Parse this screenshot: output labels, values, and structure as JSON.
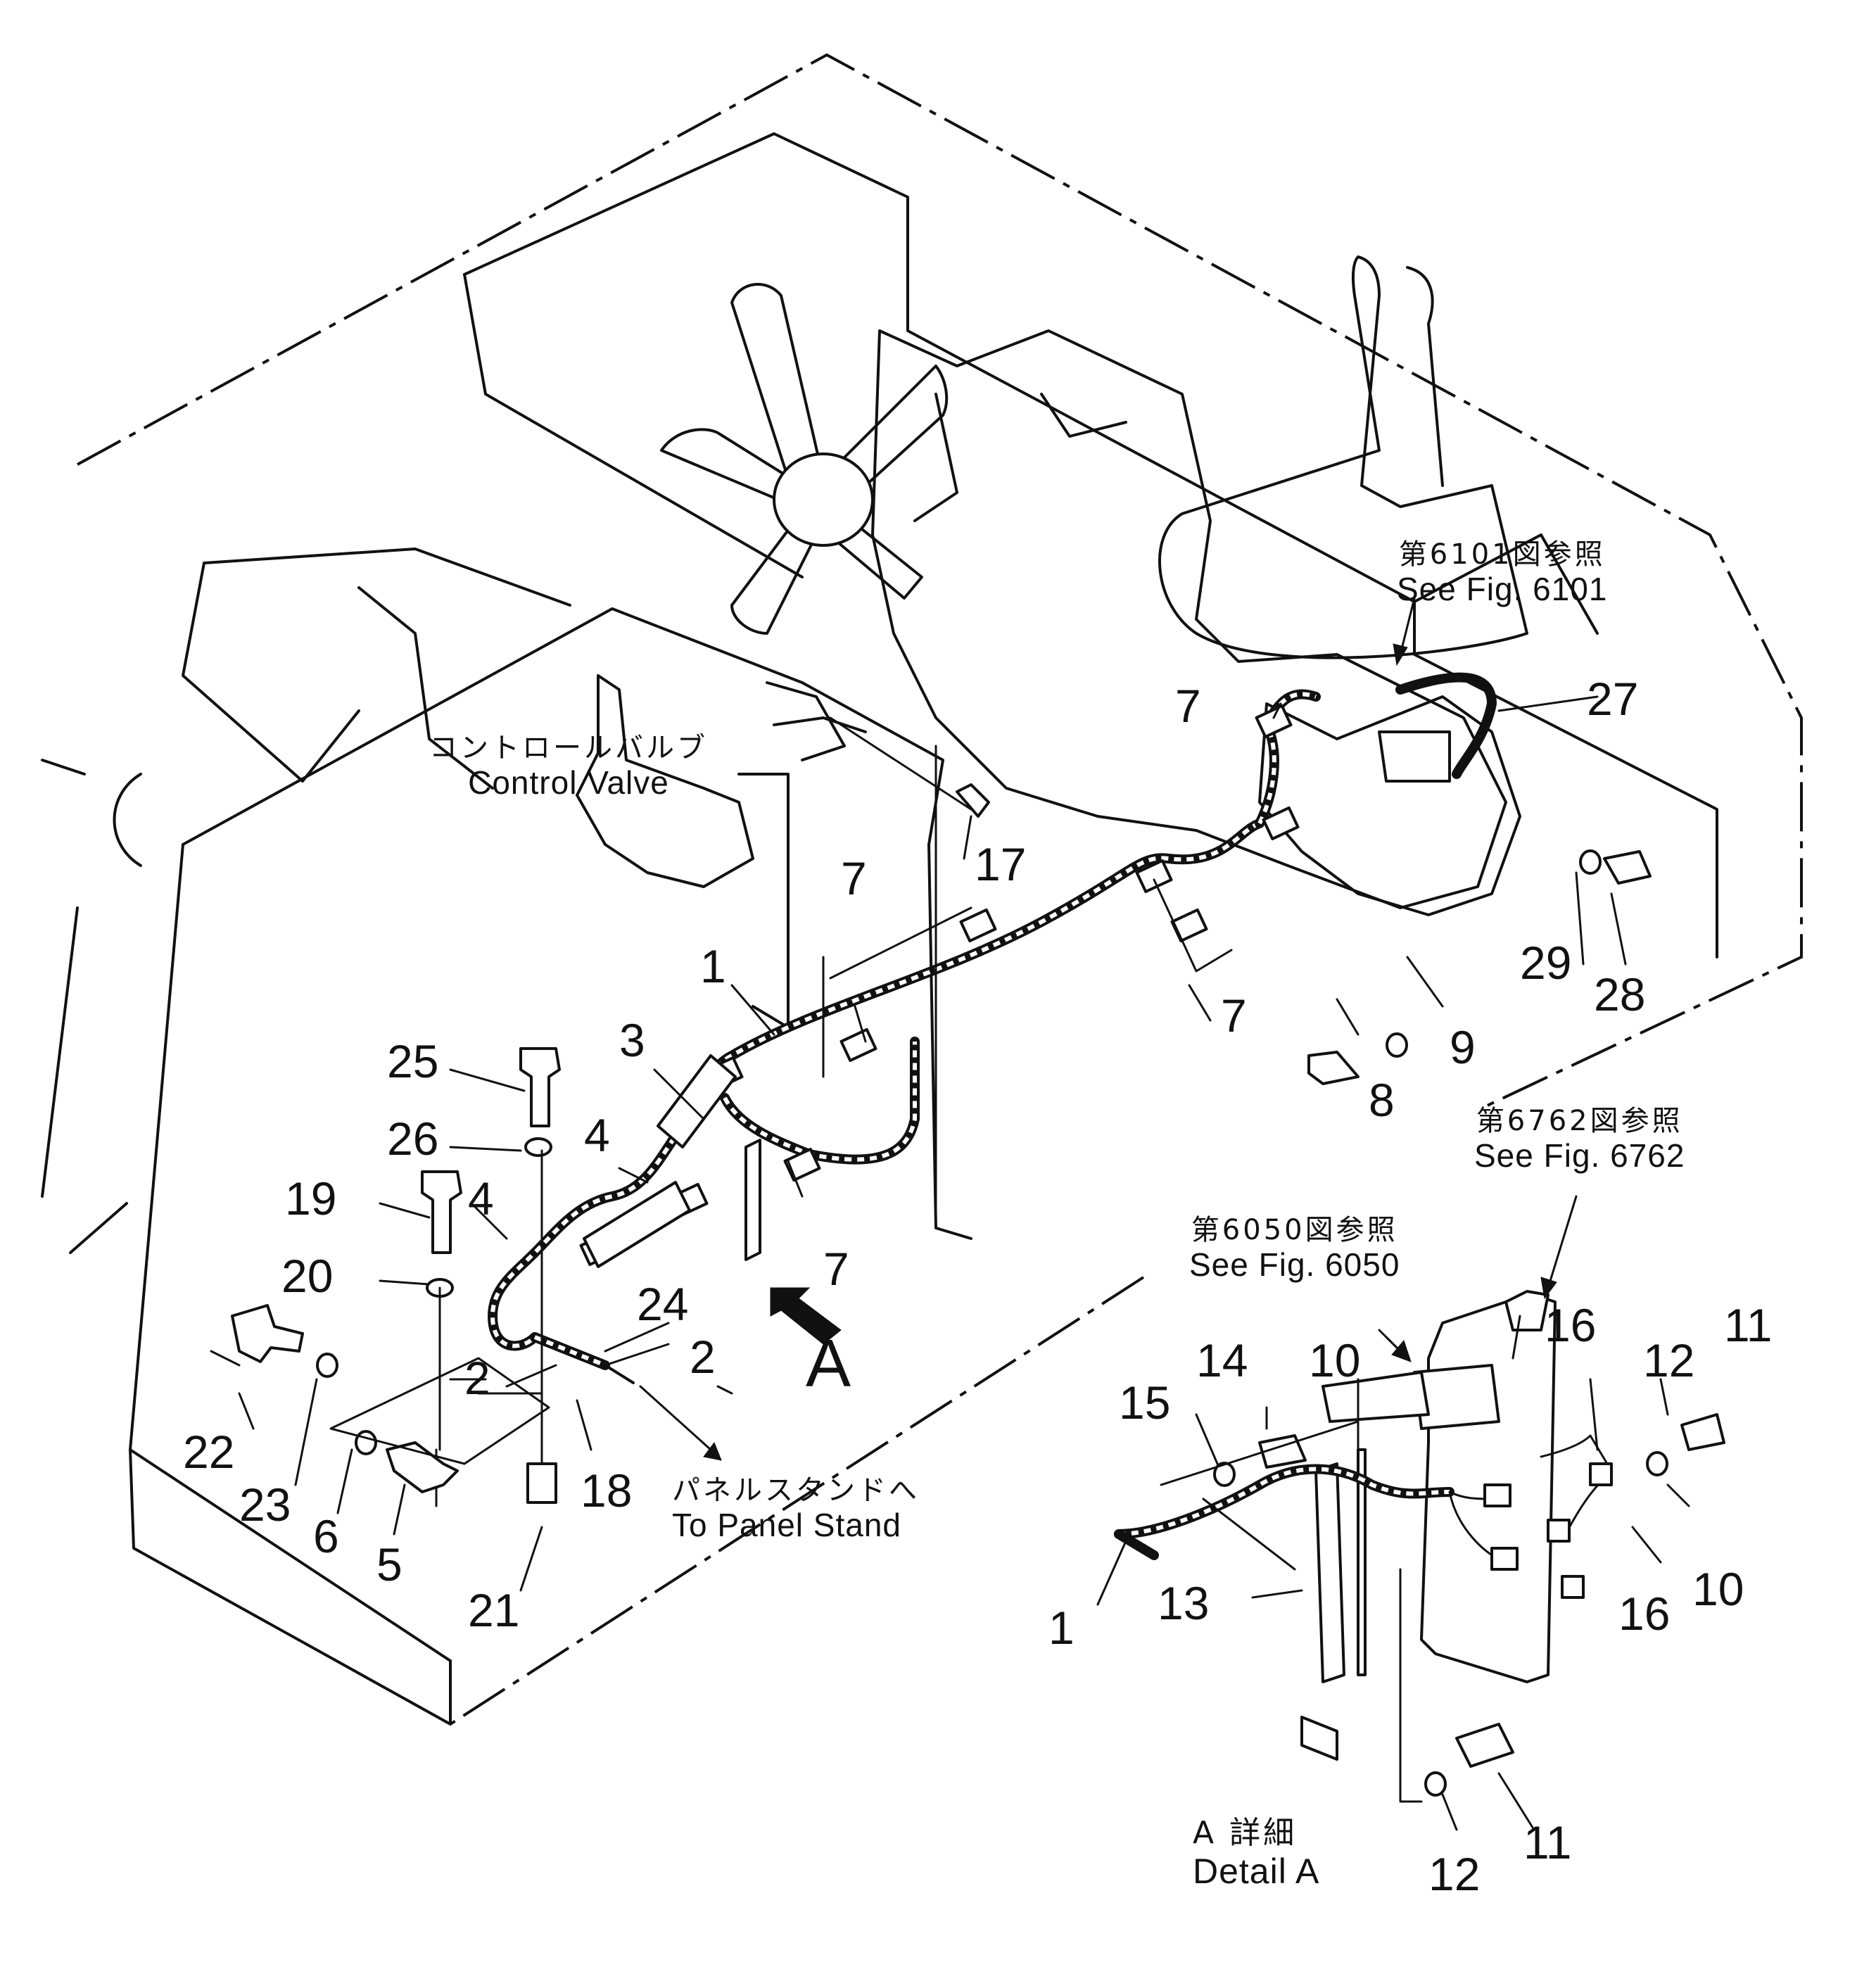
{
  "labels": {
    "control_valve_jp": "コントロールバルブ",
    "control_valve_en": "Control Valve",
    "fig6101_jp": "第6101図参照",
    "fig6101_en": "See Fig. 6101",
    "fig6762_jp": "第6762図参照",
    "fig6762_en": "See Fig. 6762",
    "fig6050_jp": "第6050図参照",
    "fig6050_en": "See Fig. 6050",
    "panel_stand_jp": "パネルスタンドへ",
    "panel_stand_en": "To Panel Stand",
    "detail_jp": "A 詳細",
    "detail_en": "Detail A",
    "view_arrow": "A"
  },
  "parts": {
    "p1": "1",
    "p1b": "1",
    "p2a": "2",
    "p2b": "2",
    "p3": "3",
    "p4a": "4",
    "p4b": "4",
    "p5": "5",
    "p6": "6",
    "p7a": "7",
    "p7b": "7",
    "p7c": "7",
    "p7d": "7",
    "p8": "8",
    "p9": "9",
    "p10a": "10",
    "p10b": "10",
    "p11a": "11",
    "p11b": "11",
    "p12a": "12",
    "p12b": "12",
    "p13": "13",
    "p14": "14",
    "p15": "15",
    "p16a": "16",
    "p16b": "16",
    "p17": "17",
    "p18": "18",
    "p19": "19",
    "p20": "20",
    "p21": "21",
    "p22": "22",
    "p23": "23",
    "p24": "24",
    "p25": "25",
    "p26": "26",
    "p27": "27",
    "p28": "28",
    "p29": "29"
  }
}
